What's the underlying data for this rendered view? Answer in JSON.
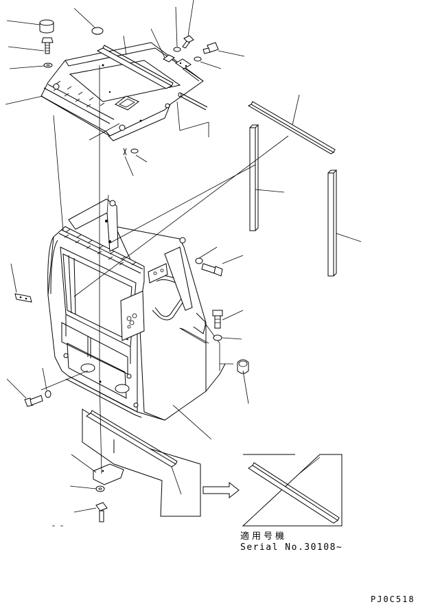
{
  "diagram": {
    "applicability_label": "適用号機",
    "serial_label": "Serial No.30108~",
    "drawing_code": "PJ0C518",
    "colors": {
      "line": "#000000",
      "background": "#ffffff"
    }
  }
}
